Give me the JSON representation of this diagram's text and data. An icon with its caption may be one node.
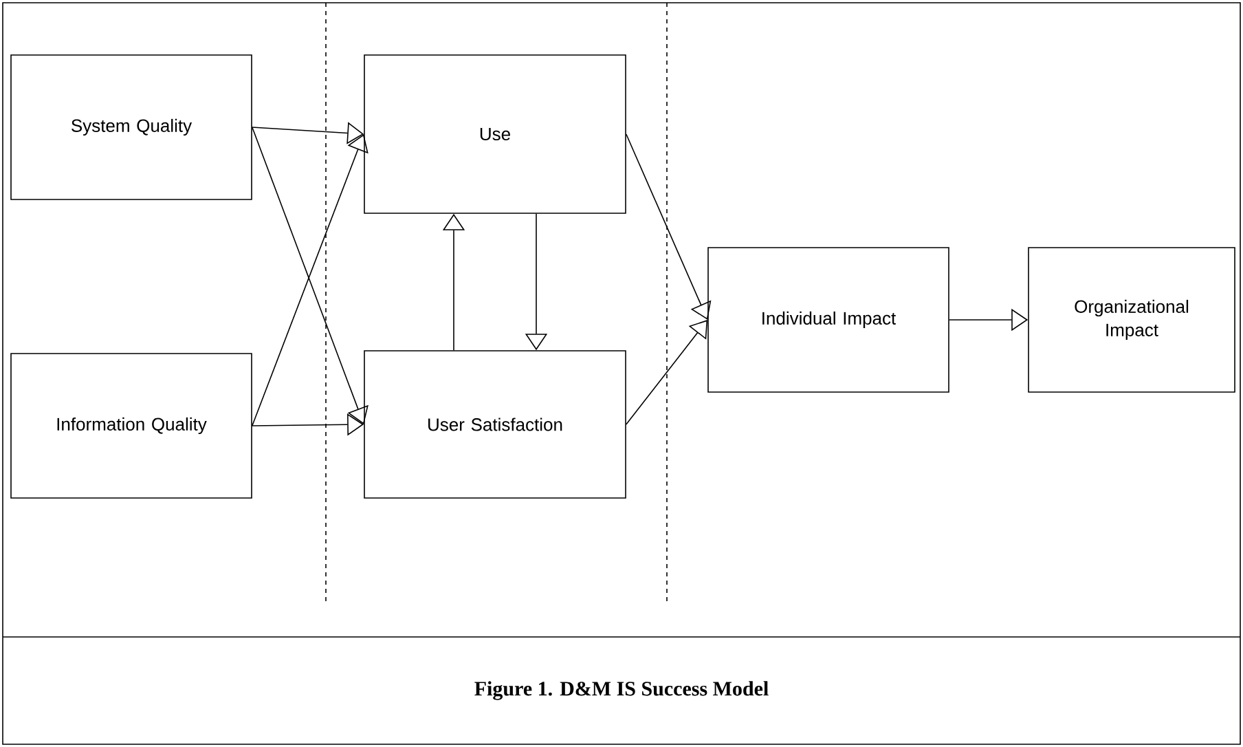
{
  "diagram": {
    "caption": "Figure 1.  D&M IS Success Model",
    "nodes": [
      {
        "text": [
          "System Quality"
        ]
      },
      {
        "text": [
          "Information Quality"
        ]
      },
      {
        "text": [
          "Use"
        ]
      },
      {
        "text": [
          "User Satisfaction"
        ]
      },
      {
        "text": [
          "Individual Impact"
        ]
      },
      {
        "text": [
          "Organizational Impact"
        ]
      }
    ],
    "edges": [
      {
        "from": 0,
        "to": 2,
        "arrow": "to"
      },
      {
        "from": 0,
        "to": 3,
        "arrow": "to"
      },
      {
        "from": 1,
        "to": 2,
        "arrow": "to"
      },
      {
        "from": 1,
        "to": 3,
        "arrow": "to"
      },
      {
        "from": 3,
        "to": 2,
        "arrow": "to"
      },
      {
        "from": 2,
        "to": 3,
        "arrow": "to"
      },
      {
        "from": 2,
        "to": 4,
        "arrow": "to"
      },
      {
        "from": 3,
        "to": 4,
        "arrow": "to"
      },
      {
        "from": 4,
        "to": 5,
        "arrow": "to"
      }
    ]
  }
}
